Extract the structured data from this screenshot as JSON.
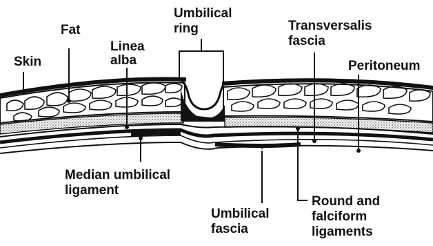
{
  "diagram": {
    "colors": {
      "ink": "#111111",
      "paper": "#ffffff"
    },
    "labels": {
      "skin": "Skin",
      "fat": "Fat",
      "linea_alba_1": "Linea",
      "linea_alba_2": "alba",
      "umbilical_ring_1": "Umbilical",
      "umbilical_ring_2": "ring",
      "transversalis_fascia_1": "Transversalis",
      "transversalis_fascia_2": "fascia",
      "peritoneum": "Peritoneum",
      "median_umbilical_ligament_1": "Median umbilical",
      "median_umbilical_ligament_2": "ligament",
      "umbilical_fascia_1": "Umbilical",
      "umbilical_fascia_2": "fascia",
      "round_falciform_1": "Round and",
      "round_falciform_2": "falciform",
      "round_falciform_3": "ligaments"
    }
  }
}
